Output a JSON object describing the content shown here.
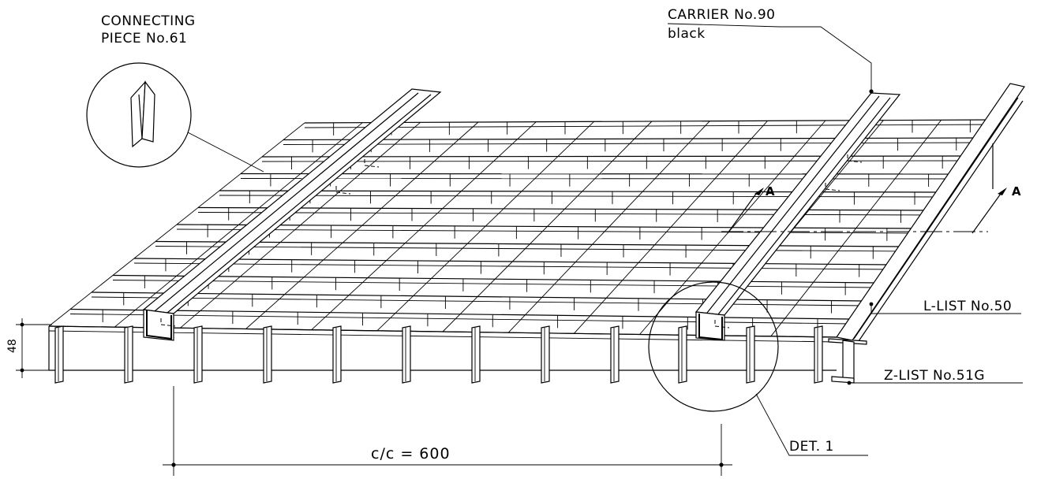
{
  "labels": {
    "connecting_line1": "CONNECTING",
    "connecting_line2": "PIECE No.61",
    "carrier_line1": "CARRIER No.90",
    "carrier_line2": "black",
    "l_list": "L-LIST No.50",
    "z_list": "Z-LIST No.51G",
    "det1": "DET. 1",
    "section_a1": "A",
    "section_a2": "A",
    "dim_height": "48",
    "dim_cc": "c/c = 600"
  },
  "icons": {
    "connecting_piece": "connecting-piece-icon",
    "section_arrow": "section-arrow-icon"
  },
  "colors": {
    "line": "#000000",
    "background": "#ffffff"
  }
}
